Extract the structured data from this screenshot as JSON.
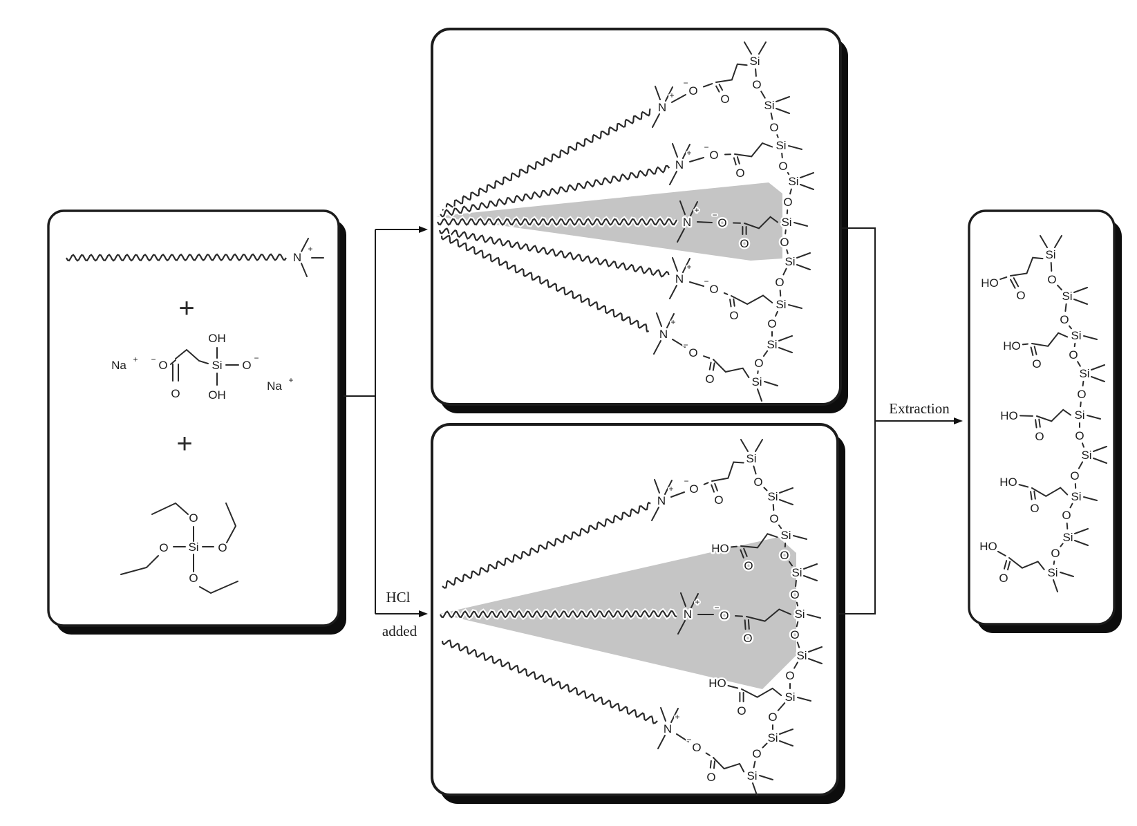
{
  "colors": {
    "ink": "#1c1c1c",
    "cone_fill": "#c5c5c5",
    "background": "#ffffff"
  },
  "atoms": {
    "si": "Si",
    "o": "O",
    "n": "N",
    "na": "Na",
    "oh": "OH",
    "ho": "HO",
    "plus": "+",
    "minus": "−"
  },
  "labels": {
    "hcl": "HCl",
    "added": "added",
    "extraction": "Extraction",
    "plus_sign": "+"
  }
}
